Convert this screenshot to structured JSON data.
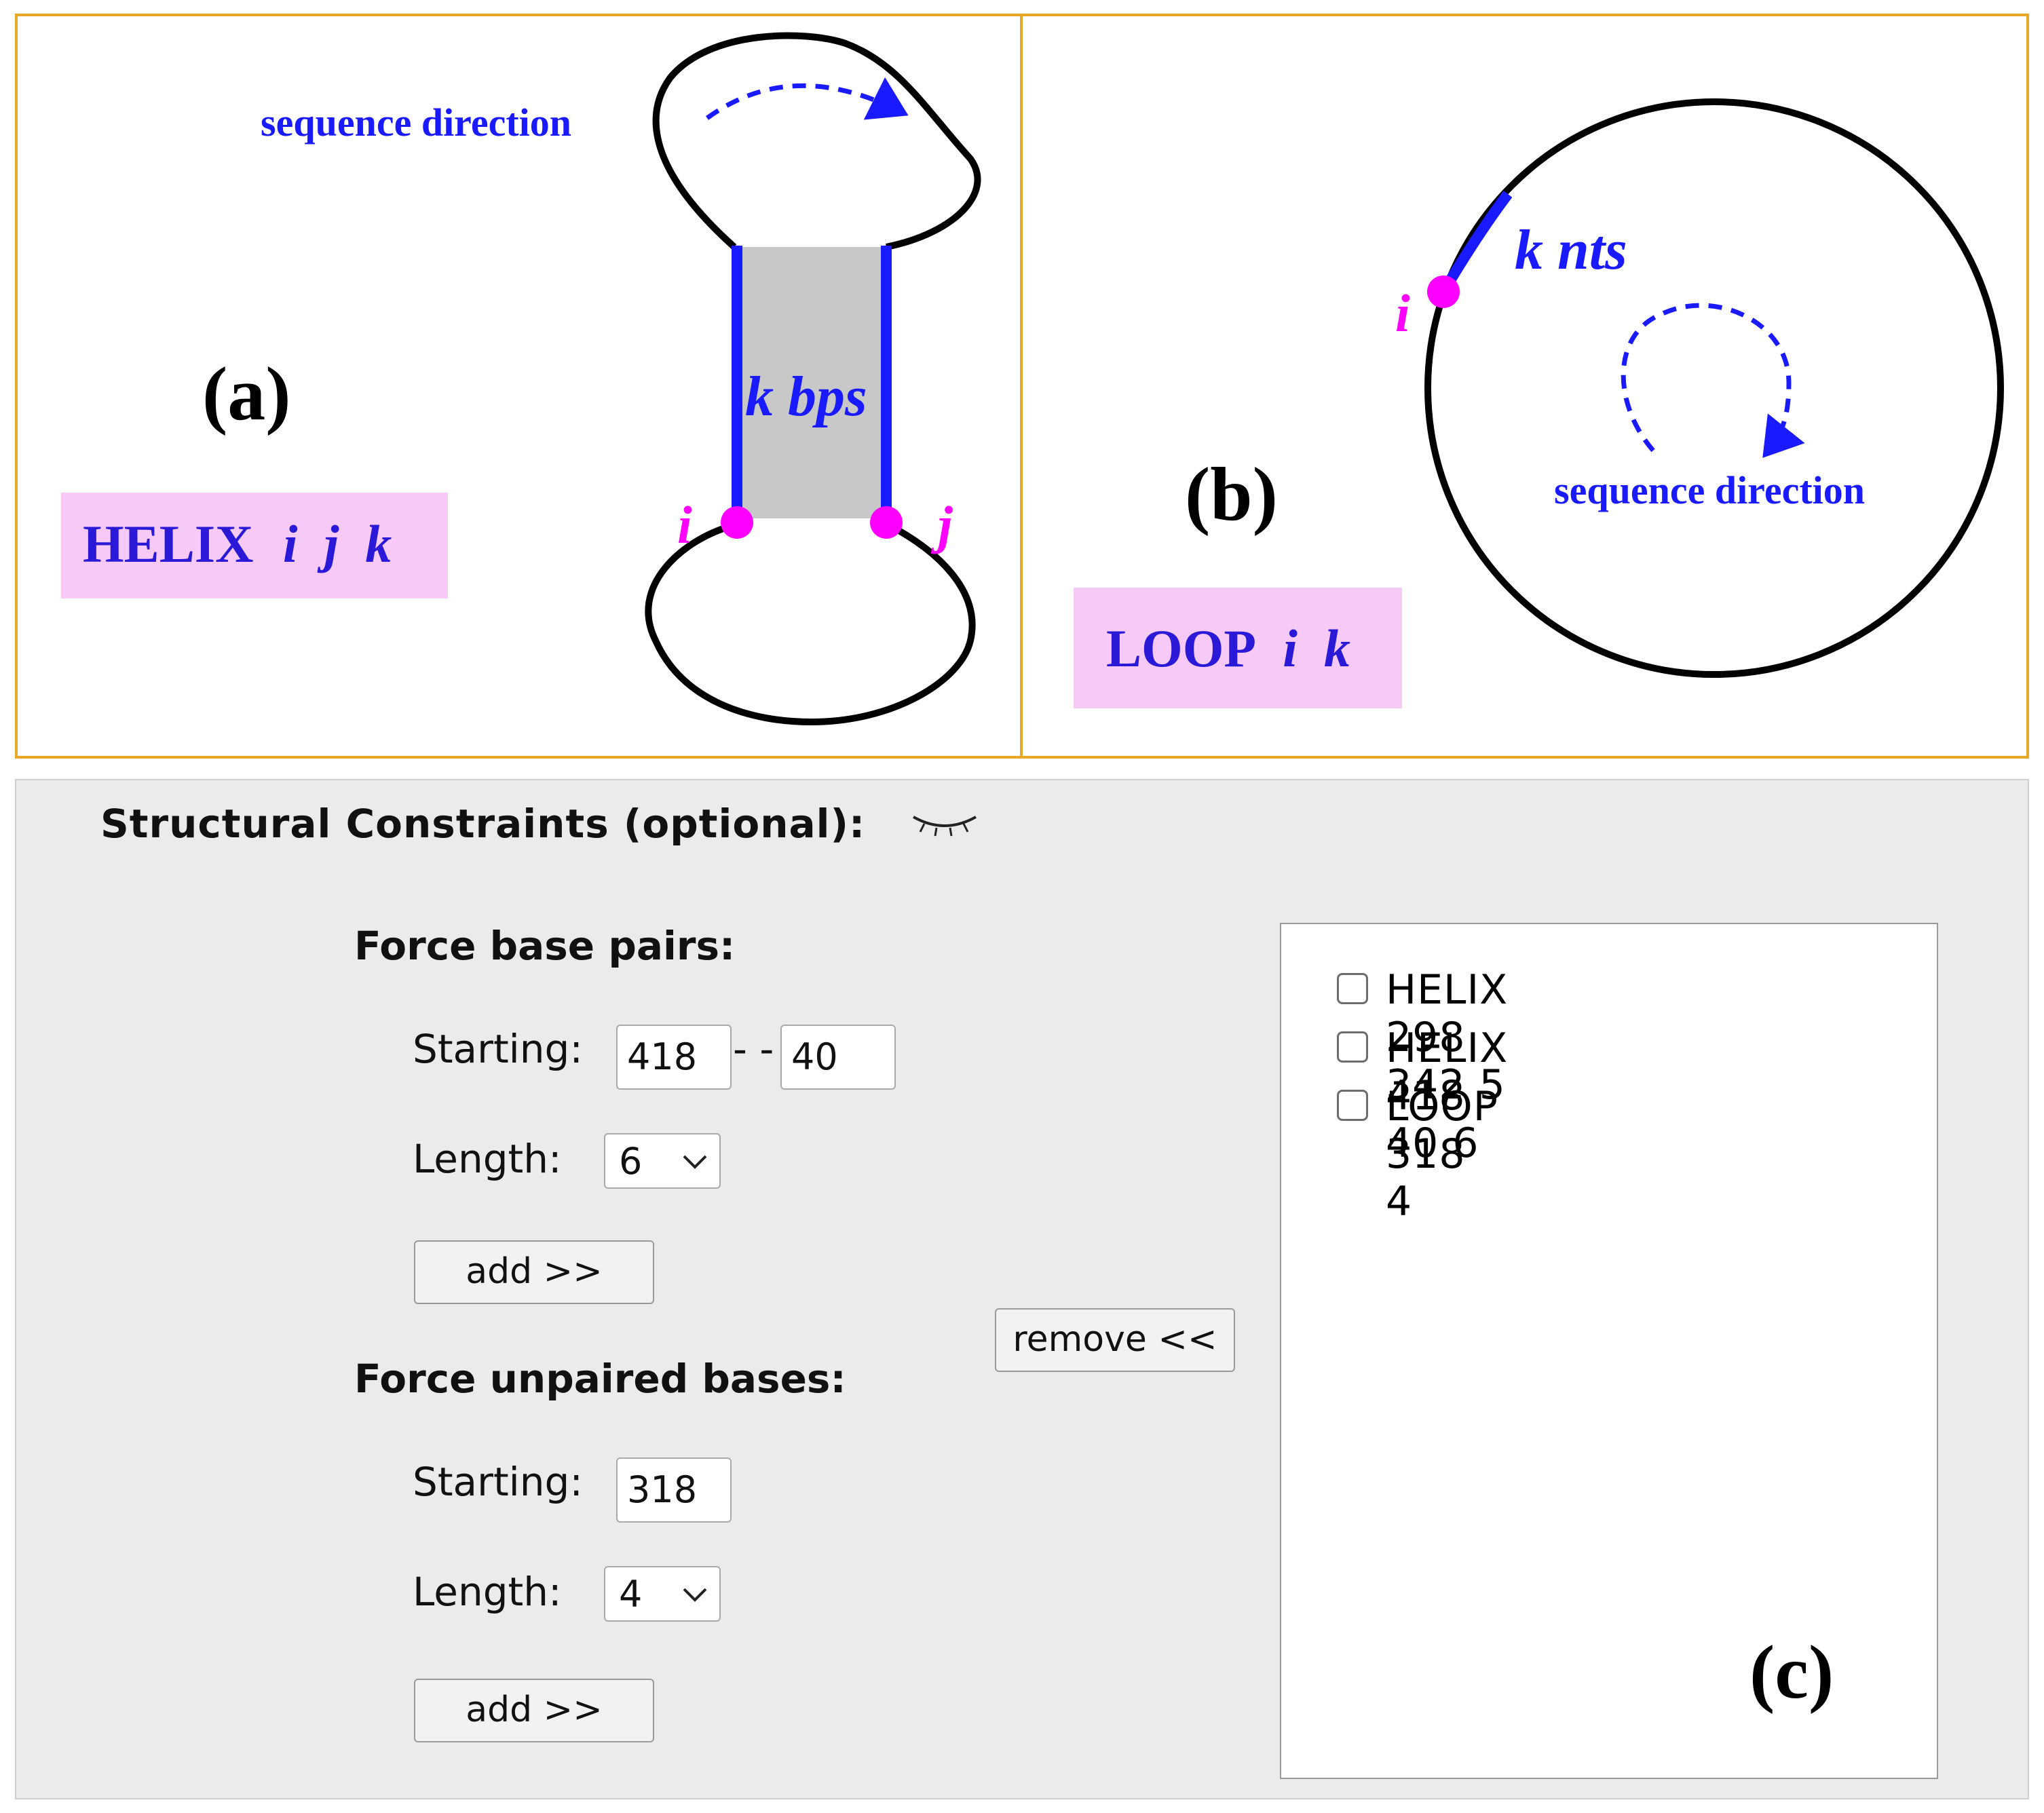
{
  "figure": {
    "panel_a": {
      "label": "(a)",
      "sequence_direction": "sequence direction",
      "helix_width_label": "k bps",
      "i_label": "i",
      "j_label": "j",
      "command": {
        "keyword": "HELIX",
        "args": "i  j  k"
      }
    },
    "panel_b": {
      "label": "(b)",
      "loop_length_label": "k nts",
      "i_label": "i",
      "sequence_direction": "sequence direction",
      "command": {
        "keyword": "LOOP",
        "args": "i  k"
      }
    },
    "panel_c_label": "(c)",
    "colors": {
      "border": "#e8a825",
      "blue": "#1a1aff",
      "magenta": "#ff00ff",
      "pink_box": "#f7c9f7",
      "gray_helix": "#c8c8c8"
    }
  },
  "constraints": {
    "title": "Structural Constraints (optional):",
    "toggle_icon": "closed-eye-icon",
    "base_pairs": {
      "title": "Force base pairs:",
      "starting_label": "Starting:",
      "start_i": "418",
      "separator": "- -",
      "start_j": "40",
      "length_label": "Length:",
      "length_value": "6",
      "add_label": "add >>"
    },
    "unpaired": {
      "title": "Force unpaired bases:",
      "starting_label": "Starting:",
      "start": "318",
      "length_label": "Length:",
      "length_value": "4",
      "add_label": "add >>"
    },
    "remove_label": "remove <<",
    "list_items": [
      {
        "text": "HELIX 298 342 5",
        "checked": false
      },
      {
        "text": "HELIX 418 40 6",
        "checked": false
      },
      {
        "text": "LOOP 318 4",
        "checked": false
      }
    ]
  }
}
